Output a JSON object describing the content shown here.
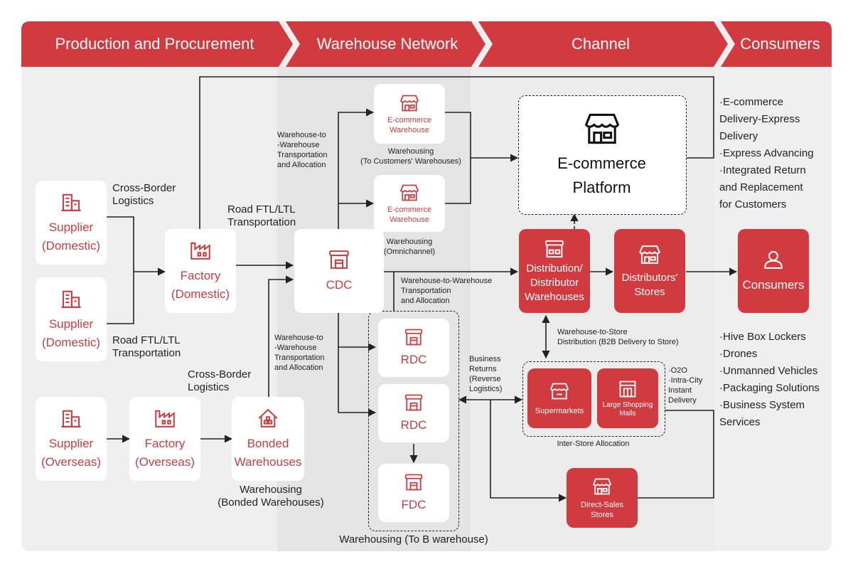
{
  "header": {
    "stages": [
      "Production and Procurement",
      "Warehouse Network",
      "Channel",
      "Consumers"
    ]
  },
  "colors": {
    "brand_red": "#d13a3f",
    "frame_bg": "#efefef",
    "band_bg": "#e4e4e4",
    "line": "#222222"
  },
  "nodes": {
    "supplier_domestic_1": {
      "label1": "Supplier",
      "label2": "(Domestic)",
      "icon": "building-icon"
    },
    "supplier_domestic_2": {
      "label1": "Supplier",
      "label2": "(Domestic)",
      "icon": "building-icon"
    },
    "supplier_overseas": {
      "label1": "Supplier",
      "label2": "(Overseas)",
      "icon": "building-icon"
    },
    "factory_domestic": {
      "label1": "Factory",
      "label2": "(Domestic)",
      "icon": "factory-icon"
    },
    "factory_overseas": {
      "label1": "Factory",
      "label2": "(Overseas)",
      "icon": "factory-icon"
    },
    "bonded": {
      "label1": "Bonded",
      "label2": "Warehouses",
      "icon": "warehouse-house-icon"
    },
    "cdc": {
      "label": "CDC",
      "icon": "warehouse-icon"
    },
    "ecom_wh_1": {
      "label1": "E-commerce",
      "label2": "Warehouse",
      "icon": "storefront-icon"
    },
    "ecom_wh_2": {
      "label1": "E-commerce",
      "label2": "Warehouse",
      "icon": "storefront-icon"
    },
    "rdc_1": {
      "label": "RDC",
      "icon": "warehouse-icon"
    },
    "rdc_2": {
      "label": "RDC",
      "icon": "warehouse-icon"
    },
    "fdc": {
      "label": "FDC",
      "icon": "warehouse-icon"
    },
    "ecom_platform": {
      "label1": "E-commerce",
      "label2": "Platform",
      "icon": "storefront-icon"
    },
    "distribution": {
      "label1": "Distribution/",
      "label2": "Distributor",
      "label3": "Warehouses",
      "icon": "distribution-icon"
    },
    "distributor_stores": {
      "label1": "Distributors'",
      "label2": "Stores",
      "icon": "storefront-icon"
    },
    "consumers": {
      "label": "Consumers",
      "icon": "person-icon"
    },
    "supermarkets": {
      "label": "Supermarkets",
      "icon": "supermarket-icon"
    },
    "malls": {
      "label1": "Large Shopping",
      "label2": "Malls",
      "icon": "mall-icon"
    },
    "direct_sales": {
      "label1": "Direct-Sales",
      "label2": "Stores",
      "icon": "storefront-icon"
    }
  },
  "labels": {
    "cross_border_1": [
      "Cross-Border",
      "Logistics"
    ],
    "road_ftl_1": [
      "Road FTL/LTL",
      "Transportation"
    ],
    "road_ftl_2": [
      "Road FTL/LTL",
      "Transportation"
    ],
    "cross_border_2": [
      "Cross-Border",
      "Logistics"
    ],
    "wh_bonded": [
      "Warehousing",
      "(Bonded Warehouses)"
    ],
    "w2w_top": [
      "Warehouse-to",
      "-Warehouse",
      "Transportation",
      "and Allocation"
    ],
    "w2w_bottom": [
      "Warehouse-to",
      "-Warehouse",
      "Transportation",
      "and Allocation"
    ],
    "wh_to_customers": [
      "Warehousing",
      "(To Customers' Warehouses)"
    ],
    "wh_omnichannel": [
      "Warehousing",
      "(Omnichannel)"
    ],
    "w2w_mid": [
      "Warehouse-to-Warehouse",
      "Transportation",
      "and Allocation"
    ],
    "w2s": [
      "Warehouse-to-Store",
      "Distribution (B2B Delivery to Store)"
    ],
    "business_returns": [
      "Business",
      "Returns",
      "(Reverse",
      "Logistics)"
    ],
    "o2o": [
      "·O2O",
      "·Intra-City",
      "Instant",
      "Delivery"
    ],
    "inter_store": "Inter-Store Allocation",
    "wh_to_b": "Warehousing (To B warehouse)"
  },
  "services_top": [
    "·E-commerce",
    "Delivery-Express",
    "Delivery",
    "·Express Advancing",
    "·Integrated Return",
    "and Replacement",
    "for Customers"
  ],
  "services_bottom": [
    "·Hive Box Lockers",
    "·Drones",
    "·Unmanned Vehicles",
    "·Packaging Solutions",
    "·Business System",
    "Services"
  ]
}
